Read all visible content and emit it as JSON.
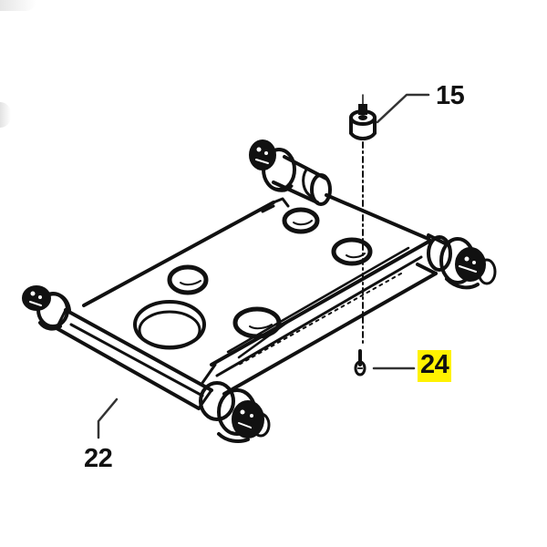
{
  "diagram": {
    "type": "exploded-parts-diagram",
    "subject": "suspension control arm assembly",
    "colors": {
      "ink": "#111111",
      "background": "#ffffff",
      "highlight": "#fff200"
    },
    "callouts": [
      {
        "id": "15",
        "label": "15",
        "part": "bushing / spacer",
        "highlighted": false
      },
      {
        "id": "22",
        "label": "22",
        "part": "control arm",
        "highlighted": false
      },
      {
        "id": "24",
        "label": "24",
        "part": "bolt / screw",
        "highlighted": true
      }
    ]
  }
}
